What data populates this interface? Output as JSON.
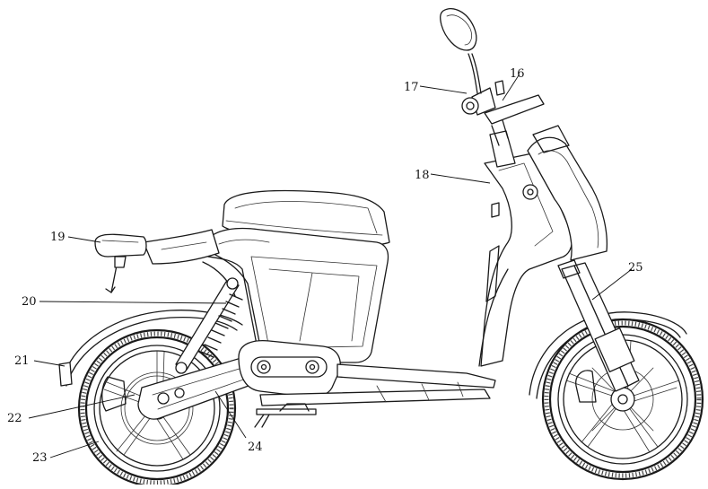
{
  "labels": {
    "l16": "16",
    "l17": "17",
    "l18": "18",
    "l19": "19",
    "l20": "20",
    "l21": "21",
    "l22": "22",
    "l23": "23",
    "l24": "24",
    "l25": "25"
  }
}
